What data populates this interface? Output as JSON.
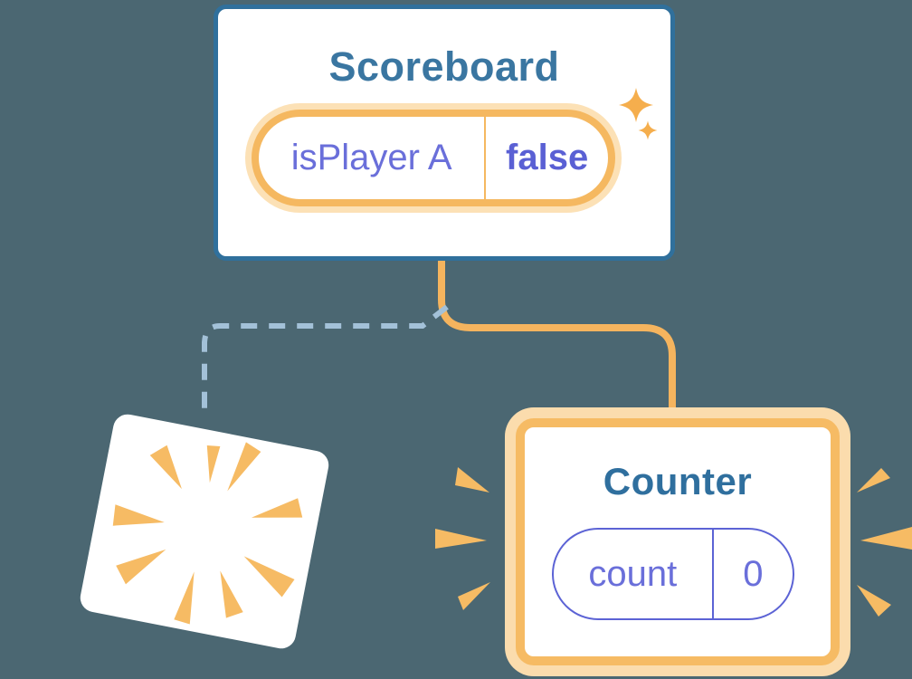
{
  "scoreboard": {
    "title": "Scoreboard",
    "pill": {
      "label": "isPlayer A",
      "value": "false"
    }
  },
  "counter": {
    "title": "Counter",
    "pill": {
      "label": "count",
      "value": "0"
    }
  },
  "colors": {
    "background": "#4b6772",
    "card_border_blue": "#30709c",
    "title_blue": "#3a76a1",
    "orange": "#f5b860",
    "orange_halo": "#fbdcad",
    "decor_orange": "#f6bb64",
    "purple": "#6a6fda",
    "purple_bold": "#5a60d4",
    "dashed_line_blue": "#a3c1d8",
    "card_white": "#ffffff"
  }
}
